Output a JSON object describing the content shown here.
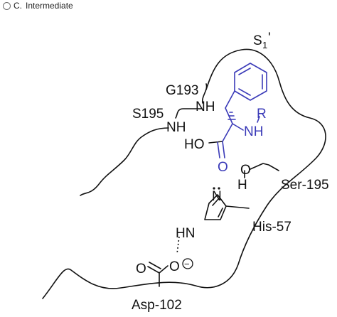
{
  "option": {
    "letter": "C.",
    "label": "Intermediate",
    "selected": false
  },
  "diagram": {
    "pocket_label": "S",
    "pocket_sub": "1",
    "pocket_prime": "'",
    "g193_label": "G193",
    "s195_label": "S195",
    "nh_top": "NH",
    "nh_mid": "NH",
    "r_label": "R",
    "nh_blue": "NH",
    "ho_label": "HO",
    "o_carbonyl": "O",
    "o_ser": "O",
    "h_ser": "H",
    "ser_label": "Ser-195",
    "n_his": "N",
    "hn_his": "HN",
    "his_label": "His-57",
    "o_asp": "O",
    "o_minus": "O",
    "minus_sign": "−",
    "asp_label": "Asp-102"
  },
  "colors": {
    "substrate": "#3a3ab8",
    "enzyme": "#111111"
  }
}
